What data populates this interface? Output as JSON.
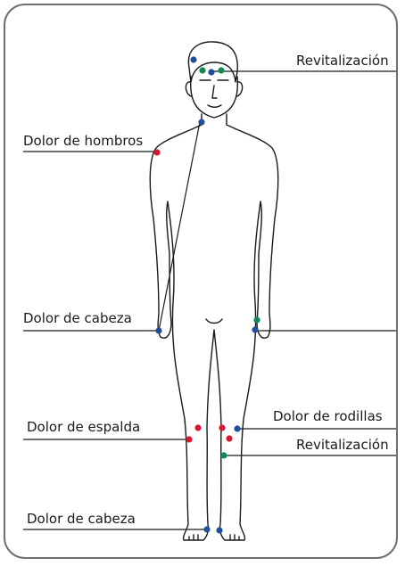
{
  "labels": {
    "revitalizacion_head": "Revitalización",
    "dolor_hombros": "Dolor de hombros",
    "dolor_cabeza_hands": "Dolor de cabeza",
    "dolor_espalda": "Dolor de espalda",
    "dolor_rodillas": "Dolor de rodillas",
    "revitalizacion_leg": "Revitalización",
    "dolor_cabeza_feet": "Dolor de cabeza"
  },
  "colors": {
    "red": "#d7172f",
    "blue": "#1f4f9a",
    "green": "#0f8a53",
    "outline": "#1a1a1a",
    "frame": "#6f6f6f"
  }
}
